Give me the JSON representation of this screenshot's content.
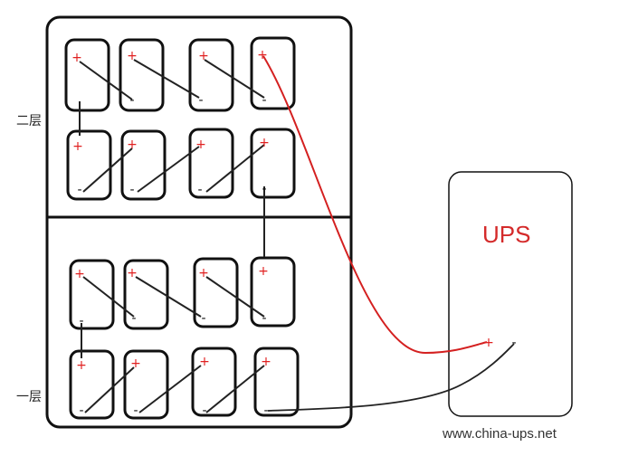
{
  "labels": {
    "floor_upper": "二层",
    "floor_lower": "一层",
    "ups": "UPS",
    "watermark": "www.china-ups.net"
  },
  "polarity": {
    "positive": "+",
    "negative": "-"
  },
  "colors": {
    "outline": "#111111",
    "positive_mark": "#e02020",
    "negative_mark": "#111111",
    "positive_wire": "#d42020",
    "negative_wire": "#222222",
    "ups_text": "#d42a2a"
  },
  "rack": {
    "floors": 2,
    "rows_per_floor": 2,
    "batteries_per_row": 4
  }
}
